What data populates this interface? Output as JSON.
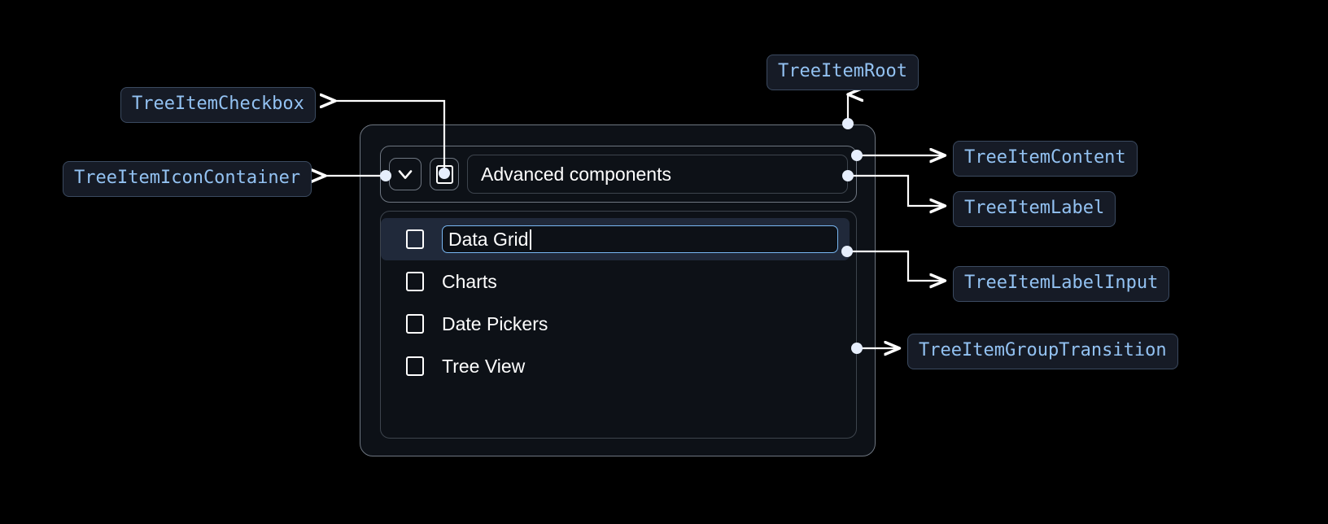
{
  "theme": {
    "page_background": "#000000",
    "badge_background": "#161b26",
    "badge_border": "#3b4a60",
    "badge_text": "#93c2f2",
    "container_background": "#0d1117",
    "container_border": "#6e7681",
    "inner_border": "#3d444d",
    "selected_row_background": "#20293a",
    "input_focus_border": "#79b8f3",
    "text_primary": "#ffffff",
    "connector_color": "#ffffff",
    "connector_dot": "#e6eefc"
  },
  "annotations": [
    {
      "id": "tree-item-checkbox",
      "label": "TreeItemCheckbox"
    },
    {
      "id": "tree-item-icon-container",
      "label": "TreeItemIconContainer"
    },
    {
      "id": "tree-item-root",
      "label": "TreeItemRoot"
    },
    {
      "id": "tree-item-content",
      "label": "TreeItemContent"
    },
    {
      "id": "tree-item-label",
      "label": "TreeItemLabel"
    },
    {
      "id": "tree-item-label-input",
      "label": "TreeItemLabelInput"
    },
    {
      "id": "tree-item-group-transition",
      "label": "TreeItemGroupTransition"
    }
  ],
  "tree": {
    "parent": {
      "expand_icon": "chevron-down-icon",
      "checkbox_state": "unchecked",
      "label": "Advanced components"
    },
    "children": [
      {
        "label": "Data Grid",
        "checkbox_state": "unchecked",
        "editing": true,
        "selected": true
      },
      {
        "label": "Charts",
        "checkbox_state": "unchecked",
        "editing": false,
        "selected": false
      },
      {
        "label": "Date Pickers",
        "checkbox_state": "unchecked",
        "editing": false,
        "selected": false
      },
      {
        "label": "Tree View",
        "checkbox_state": "unchecked",
        "editing": false,
        "selected": false
      }
    ]
  }
}
